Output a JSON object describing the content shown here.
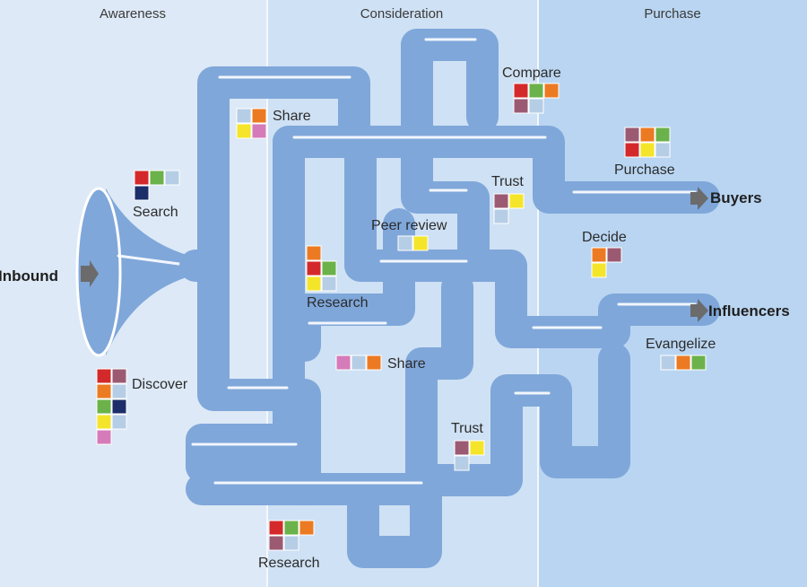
{
  "stages": [
    {
      "label": "Awareness",
      "color": "#dde9f6"
    },
    {
      "label": "Consideration",
      "color": "#cfe1f4"
    },
    {
      "label": "Purchase",
      "color": "#b9d5f1"
    }
  ],
  "colors": {
    "pipe": "#7fa7da",
    "pipe_highlight": "#ffffff",
    "arrow": "#6b6b6b",
    "tile_red": "#d4292b",
    "tile_green": "#6bb24a",
    "tile_orange": "#ec7a22",
    "tile_lightblue": "#b6cde6",
    "tile_mauve": "#9b5a72",
    "tile_navy": "#1c2e6a",
    "tile_yellow": "#f5e52a",
    "tile_pink": "#d57bb9"
  },
  "entry": {
    "label": "Inbound"
  },
  "outputs": [
    {
      "label": "Buyers"
    },
    {
      "label": "Influencers"
    }
  ],
  "steps": {
    "search": {
      "label": "Search"
    },
    "discover": {
      "label": "Discover"
    },
    "share_top": {
      "label": "Share"
    },
    "research_mid": {
      "label": "Research"
    },
    "share_mid": {
      "label": "Share"
    },
    "research_bottom": {
      "label": "Research"
    },
    "peer_review": {
      "label": "Peer review"
    },
    "trust_top": {
      "label": "Trust"
    },
    "trust_bottom": {
      "label": "Trust"
    },
    "compare": {
      "label": "Compare"
    },
    "purchase": {
      "label": "Purchase"
    },
    "decide": {
      "label": "Decide"
    },
    "evangelize": {
      "label": "Evangelize"
    }
  }
}
